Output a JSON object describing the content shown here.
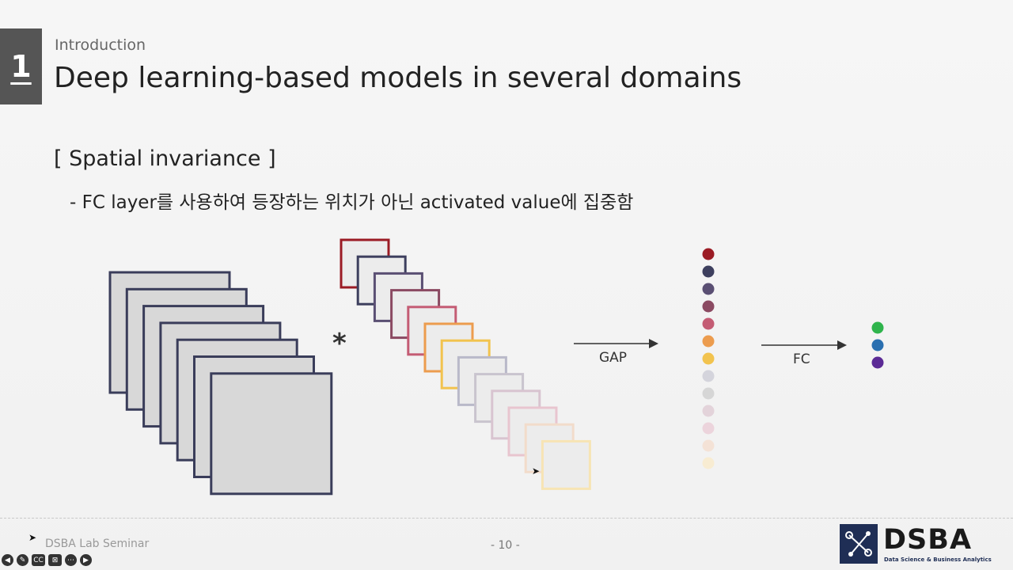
{
  "slide": {
    "section_number": "1",
    "breadcrumb": "Introduction",
    "title": "Deep learning-based models in several domains",
    "sub_heading": "[ Spatial invariance ]",
    "bullet": "- FC layer를 사용하여 등장하는 위치가 아닌 activated value에 집중함"
  },
  "diagram": {
    "operator": "*",
    "gap_label": "GAP",
    "fc_label": "FC",
    "feature_map_count": 7,
    "filter_colors": [
      "#9b1b24",
      "#3d3f5e",
      "#5a4f73",
      "#8b4a62",
      "#c45c74",
      "#ec9c4e",
      "#f2c34e",
      "#b9b9c9",
      "#c9c4ce",
      "#d8c4d0",
      "#e8c5cf",
      "#f2dccb",
      "#f7e4b4"
    ],
    "gap_dot_colors": [
      "#9b1b24",
      "#3d3f5e",
      "#5a4f73",
      "#8b4a62",
      "#c45c74",
      "#ec9c4e",
      "#f2c34e",
      "#d4d4dc",
      "#d6d6d6",
      "#e3d3da",
      "#ecd4dc",
      "#f4e2d6",
      "#f8ecd2"
    ],
    "fc_dot_colors": [
      "#2fb44c",
      "#2a6fb0",
      "#5b2a95"
    ]
  },
  "footer": {
    "left_text": "DSBA Lab Seminar",
    "page_number": "- 10 -",
    "logo_text": "DSBA",
    "logo_subtitle": "Data Science & Business Analytics"
  },
  "player_controls": {
    "icons": [
      "back-icon",
      "edit-icon",
      "cc-icon",
      "hide-icon",
      "more-icon",
      "forward-icon"
    ],
    "cc_label": "CC"
  }
}
